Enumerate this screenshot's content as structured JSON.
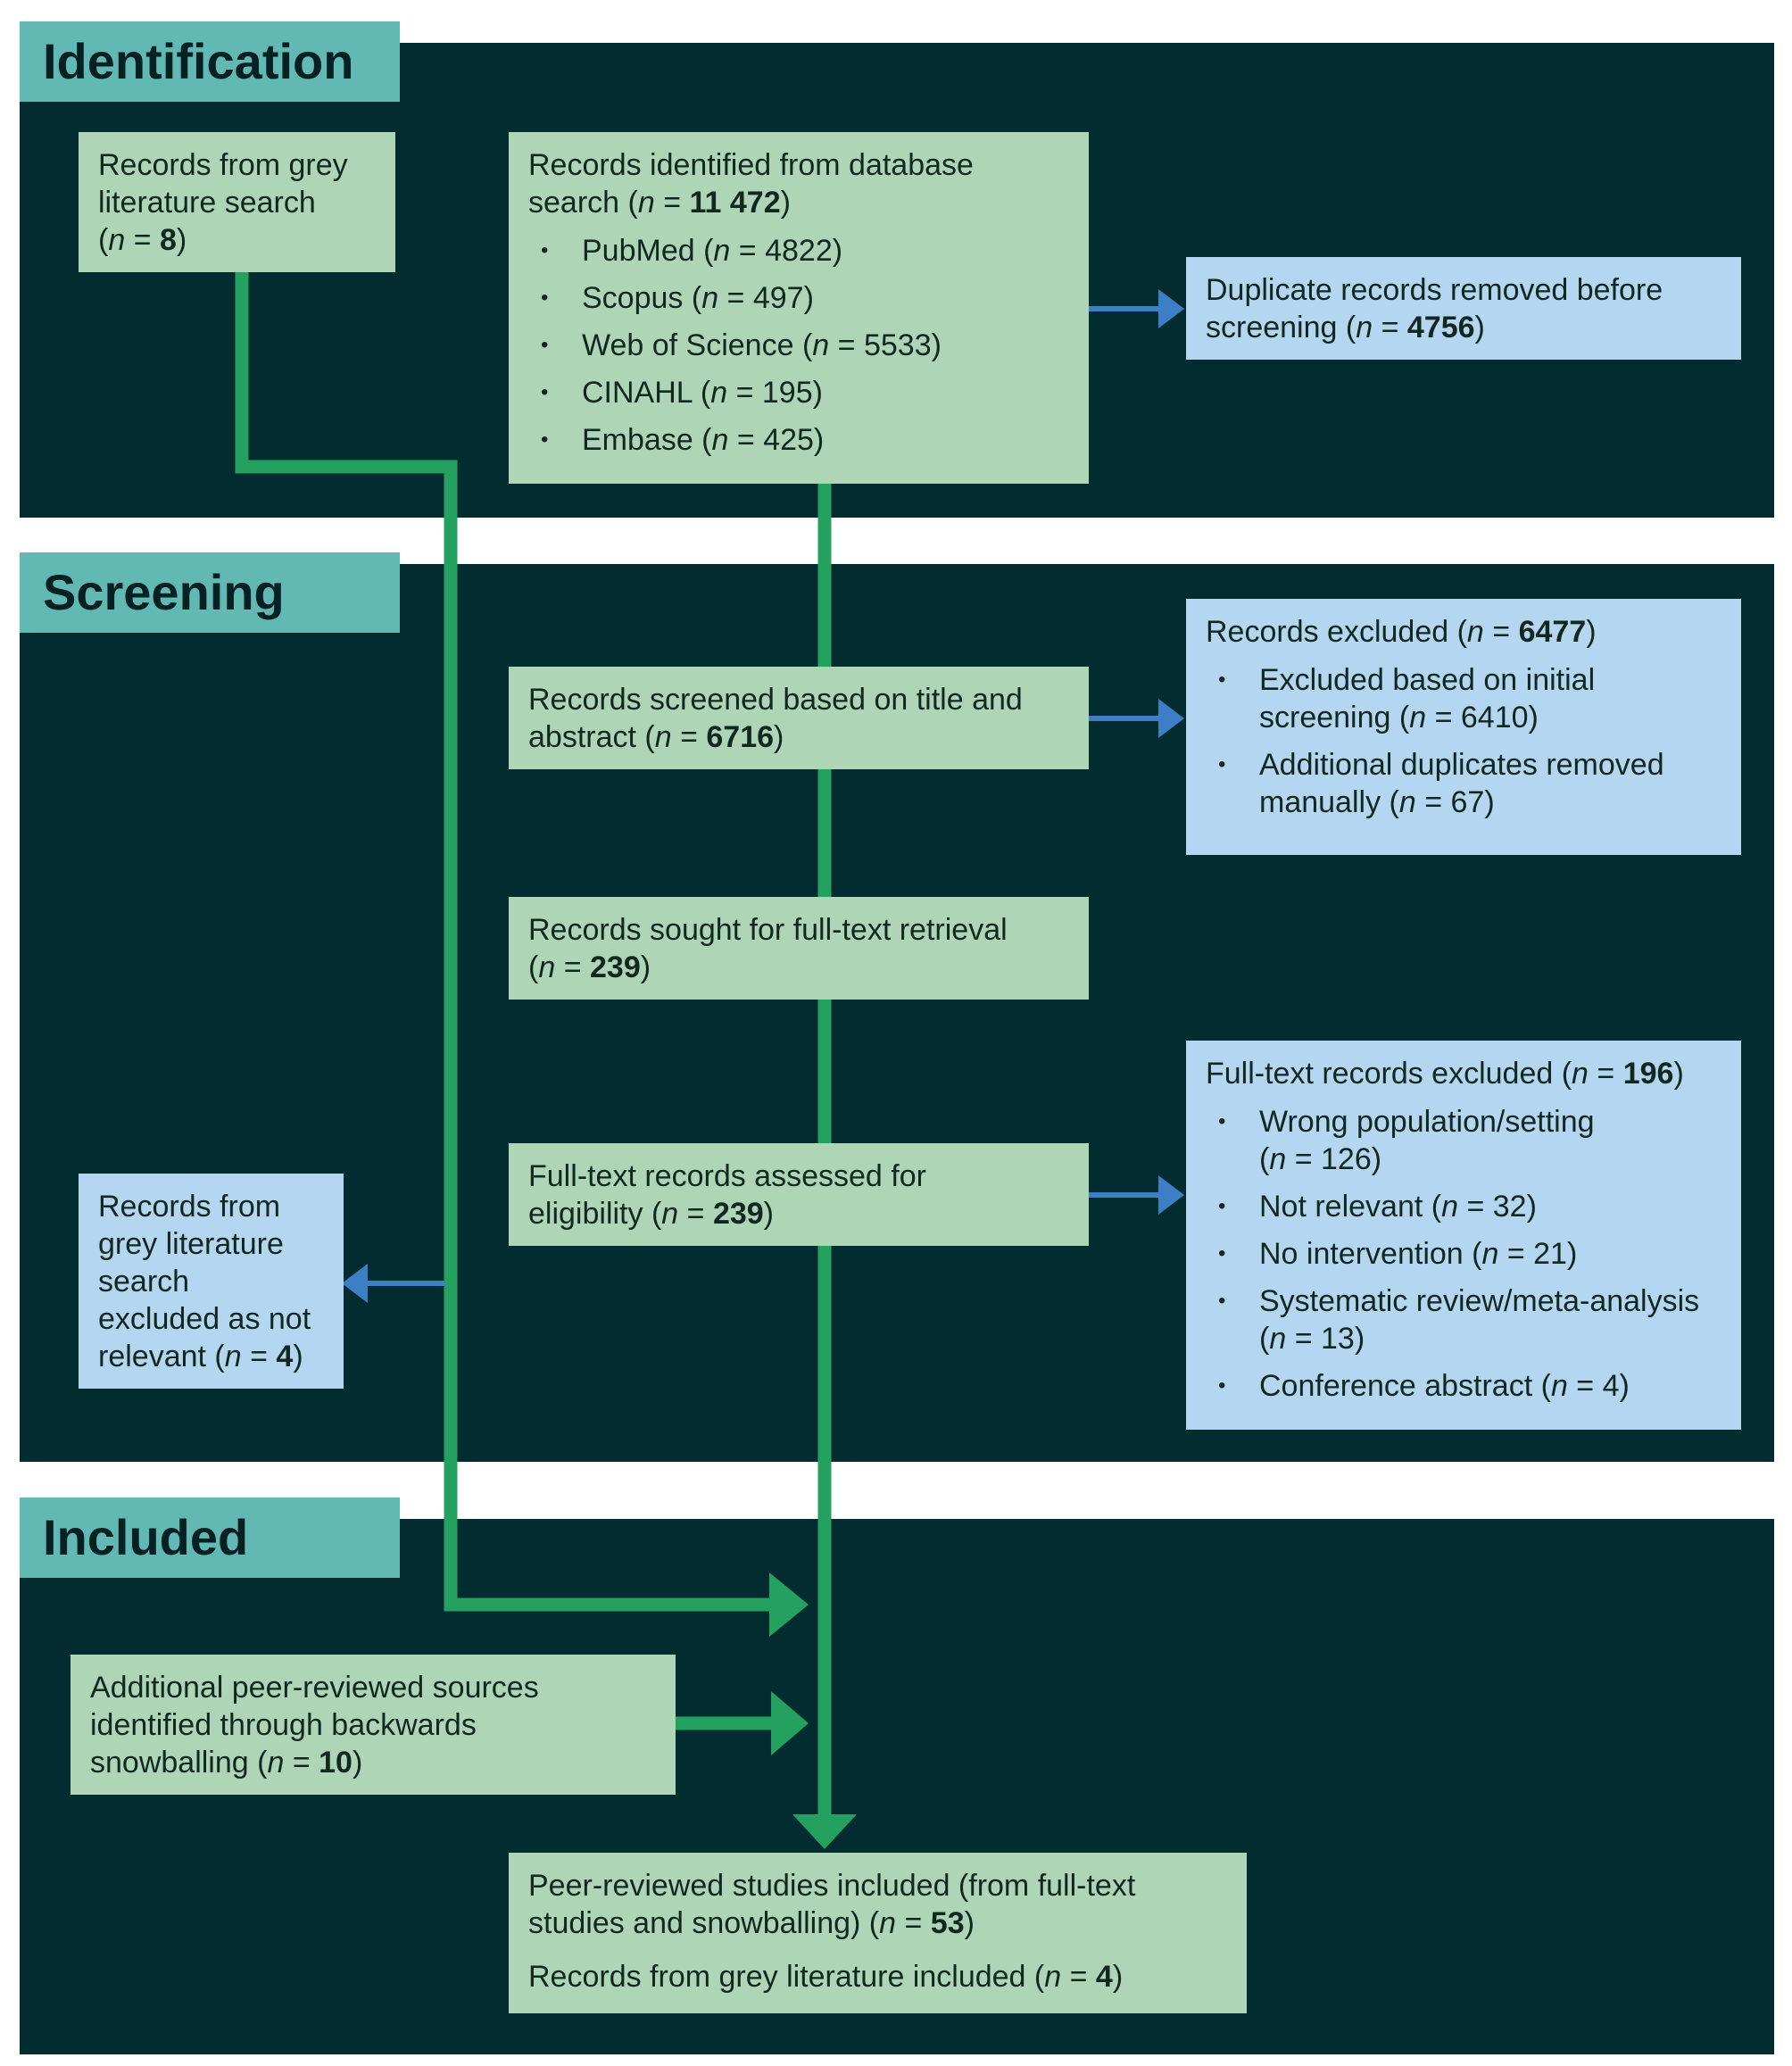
{
  "sections": {
    "identification": "Identification",
    "screening": "Screening",
    "included": "Included"
  },
  "n_symbol": "n",
  "equals": " = ",
  "grey_search": {
    "line1": "Records from grey",
    "line2": "literature search",
    "count": "8"
  },
  "database_search": {
    "line1": "Records identified from database",
    "line2_prefix": "search (",
    "count": "11 472",
    "sources": [
      {
        "name": "PubMed",
        "count": "4822"
      },
      {
        "name": "Scopus",
        "count": "497"
      },
      {
        "name": "Web of Science",
        "count": "5533"
      },
      {
        "name": "CINAHL",
        "count": "195"
      },
      {
        "name": "Embase",
        "count": "425"
      }
    ]
  },
  "duplicates_removed": {
    "line1": "Duplicate records removed before",
    "line2_prefix": "screening (",
    "count": "4756"
  },
  "screened": {
    "line1": "Records screened based on title and",
    "line2_prefix": "abstract (",
    "count": "6716"
  },
  "excluded": {
    "title_prefix": "Records excluded (",
    "count": "6477",
    "items": [
      {
        "line1": "Excluded based on initial",
        "line2": "screening (",
        "count": "6410"
      },
      {
        "line1": "Additional duplicates removed",
        "line2": "manually (",
        "count": "67"
      }
    ]
  },
  "sought": {
    "line1": "Records sought for full-text retrieval",
    "count": "239"
  },
  "assessed": {
    "line1": "Full-text records assessed for",
    "line2_prefix": "eligibility (",
    "count": "239"
  },
  "fulltext_excluded": {
    "title_prefix": "Full-text records excluded (",
    "count": "196",
    "items": [
      {
        "line1": "Wrong population/setting",
        "line2": "(",
        "count": "126"
      },
      {
        "line1": "Not relevant (",
        "count": "32"
      },
      {
        "line1": "No intervention (",
        "count": "21"
      },
      {
        "line1": "Systematic review/meta-analysis",
        "line2": "(",
        "count": "13"
      },
      {
        "line1": "Conference abstract (",
        "count": "4"
      }
    ]
  },
  "grey_excluded": {
    "line1": "Records from",
    "line2": "grey literature",
    "line3": "search",
    "line4": "excluded as not",
    "line5_prefix": "relevant (",
    "count": "4"
  },
  "snowballing": {
    "line1": "Additional peer-reviewed sources",
    "line2": "identified through backwards",
    "line3_prefix": "snowballing (",
    "count": "10"
  },
  "included_final": {
    "line1": "Peer-reviewed studies included (from full-text",
    "line2_prefix": "studies and snowballing) (",
    "count": "53",
    "grey_prefix": "Records from grey literature included (",
    "grey_count": "4"
  },
  "colors": {
    "panel": "#032c31",
    "tab": "#62b8b3",
    "green_box": "#afd5b7",
    "blue_box": "#b4d6f1",
    "green_arrow": "#24a15f",
    "blue_arrow": "#3c7fc4"
  }
}
